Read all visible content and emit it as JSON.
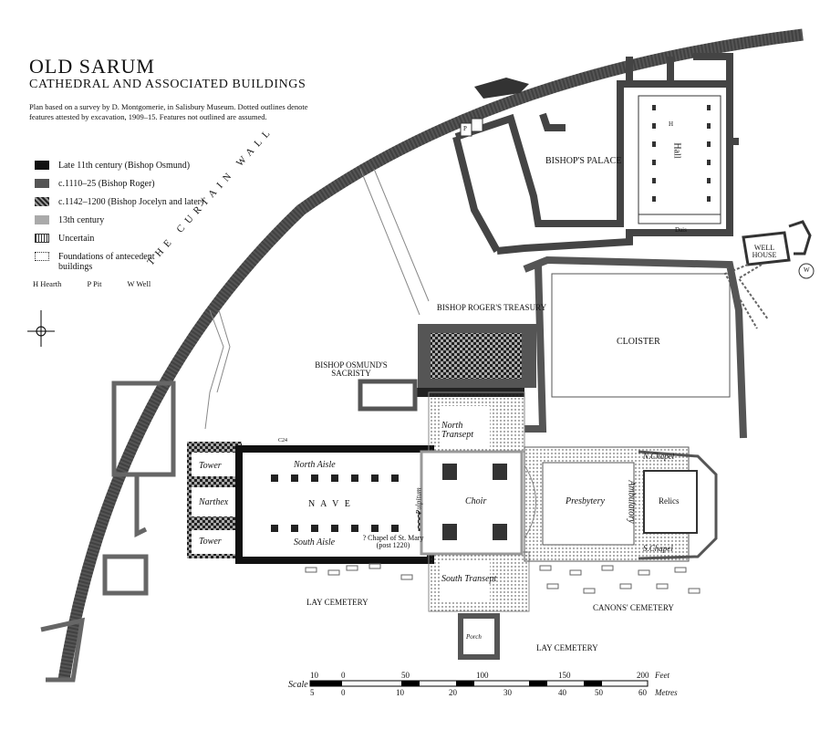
{
  "title": "OLD SARUM",
  "subtitle": "CATHEDRAL AND ASSOCIATED BUILDINGS",
  "note": "Plan based on a survey by D. Montgomerie, in Salisbury Museum. Dotted outlines denote features attested by excavation, 1909–15. Features not outlined are assumed.",
  "legend": [
    {
      "swatch": "osmund",
      "label": "Late 11th century (Bishop Osmund)"
    },
    {
      "swatch": "roger",
      "label": "c.1110–25 (Bishop Roger)"
    },
    {
      "swatch": "jocelyn",
      "label": "c.1142–1200 (Bishop Jocelyn and later)"
    },
    {
      "swatch": "13th",
      "label": "13th century"
    },
    {
      "swatch": "unc",
      "label": "Uncertain"
    },
    {
      "swatch": "found",
      "label": "Foundations of antecedent buildings"
    }
  ],
  "key": {
    "hearth": "H  Hearth",
    "pit": "P  Pit",
    "well": "W  Well"
  },
  "labels": {
    "curtain_wall": "THE CURTAIN WALL",
    "bishops_palace": "BISHOP'S PALACE",
    "hall": "Hall",
    "hall_h": "H",
    "dais": "Dais",
    "well_house": "WELL HOUSE",
    "well_w": "W",
    "pits": "P",
    "treasury": "BISHOP ROGER'S TREASURY",
    "sacristy": "BISHOP OSMUND'S SACRISTY",
    "cloister": "CLOISTER",
    "north_transept": "North Transept",
    "south_transept": "South Transept",
    "tower_n": "Tower",
    "tower_s": "Tower",
    "narthex": "Narthex",
    "north_aisle": "North Aisle",
    "nave": "N A V E",
    "south_aisle": "South Aisle",
    "choir": "Choir",
    "pulpitum": "Pulpitum",
    "chapel_st_mary": "? Chapel of St. Mary (post 1220)",
    "presbytery": "Presbytery",
    "ambulatory": "Ambulatory",
    "relics": "Relics",
    "n_chapel": "N.Chapel",
    "s_chapel": "S.Chapel",
    "lay_cemetery_w": "LAY CEMETERY",
    "lay_cemetery_s": "LAY CEMETERY",
    "canons_cemetery": "CANONS' CEMETERY",
    "porch": "Porch",
    "c24": "C24"
  },
  "scale": {
    "label": "Scale",
    "feet_label": "Feet",
    "metres_label": "Metres",
    "feet_ticks": [
      "10",
      "0",
      "50",
      "100",
      "150",
      "200"
    ],
    "metre_ticks": [
      "5",
      "0",
      "10",
      "20",
      "30",
      "40",
      "50",
      "60"
    ]
  }
}
